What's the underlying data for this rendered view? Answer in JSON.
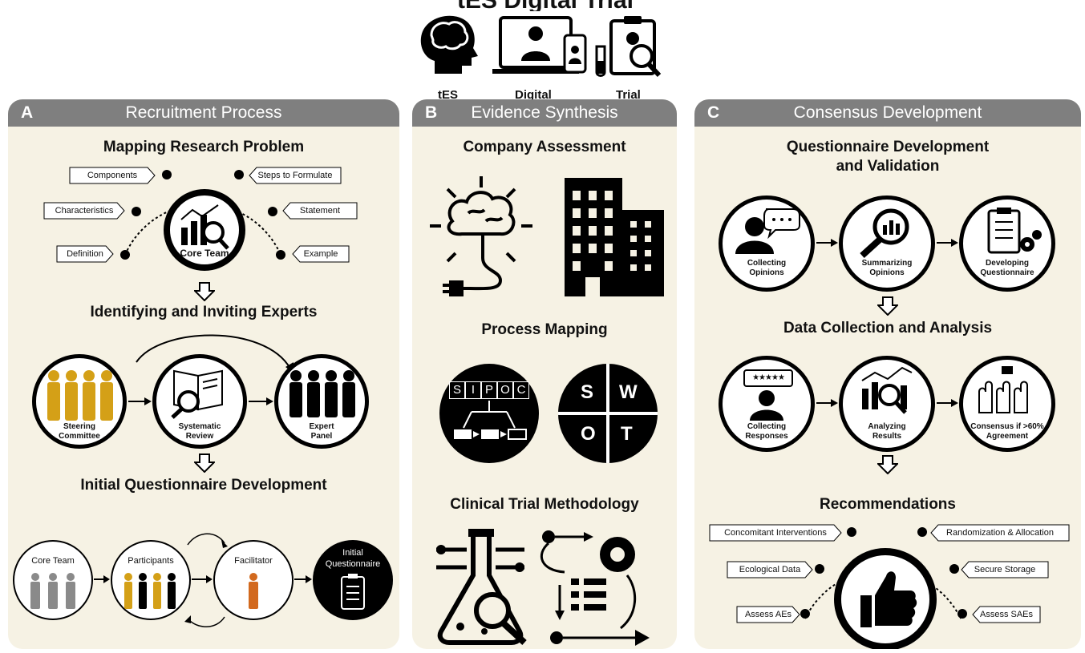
{
  "header": {
    "title_fragment": "tES Digital Trial Consensus",
    "icons": [
      {
        "name": "head-brain-icon",
        "label": "tES"
      },
      {
        "name": "laptop-doctor-icon",
        "label": "Digital"
      },
      {
        "name": "clipboard-search-icon",
        "label": "Trial"
      }
    ]
  },
  "panels": {
    "a": {
      "letter": "A",
      "title": "Recruitment Process",
      "sections": [
        "Mapping Research Problem",
        "Identifying and Inviting Experts",
        "Initial Questionnaire Development"
      ],
      "mapping_tags_left": [
        "Components",
        "Characteristics",
        "Definition"
      ],
      "mapping_tags_right": [
        "Steps to Formulate",
        "Statement",
        "Example"
      ],
      "core_team_label": "Core Team",
      "experts": [
        {
          "line1": "Steering",
          "line2": "Committee"
        },
        {
          "line1": "Systematic",
          "line2": "Review"
        },
        {
          "line1": "Expert",
          "line2": "Panel"
        }
      ],
      "initial": {
        "core_team": "Core Team",
        "participants": "Participants",
        "facilitator": "Facilitator",
        "questionnaire_line1": "Initial",
        "questionnaire_line2": "Questionnaire"
      }
    },
    "b": {
      "letter": "B",
      "title": "Evidence Synthesis",
      "sections": [
        "Company Assessment",
        "Process Mapping",
        "Clinical Trial Methodology"
      ],
      "sipoc_letters": [
        "S",
        "I",
        "P",
        "O",
        "C"
      ],
      "swot_letters": [
        "S",
        "W",
        "O",
        "T"
      ]
    },
    "c": {
      "letter": "C",
      "title": "Consensus Development",
      "sections": [
        "Questionnaire Development and Validation",
        "Data Collection and Analysis",
        "Recommendations"
      ],
      "questionnaire_steps": [
        {
          "line1": "Collecting",
          "line2": "Opinions"
        },
        {
          "line1": "Summarizing",
          "line2": "Opinions"
        },
        {
          "line1": "Developing",
          "line2": "Questionnaire"
        }
      ],
      "data_steps": [
        {
          "line1": "Collecting",
          "line2": "Responses"
        },
        {
          "line1": "Analyzing",
          "line2": "Results"
        },
        {
          "line1": "Consensus if >60%",
          "line2": "Agreement"
        }
      ],
      "rating_stars": "★★★★★",
      "rec_tags_left": [
        "Concomitant Interventions",
        "Ecological Data",
        "Assess AEs"
      ],
      "rec_tags_right": [
        "Randomization & Allocation",
        "Secure Storage",
        "Assess SAEs"
      ]
    }
  },
  "colors": {
    "panel_bg": "#f6f2e4",
    "header_bar": "#7f7f7f",
    "gold": "#d4a017",
    "grey_person": "#8a8a8a",
    "orange_person": "#d2691e",
    "black": "#000000"
  }
}
